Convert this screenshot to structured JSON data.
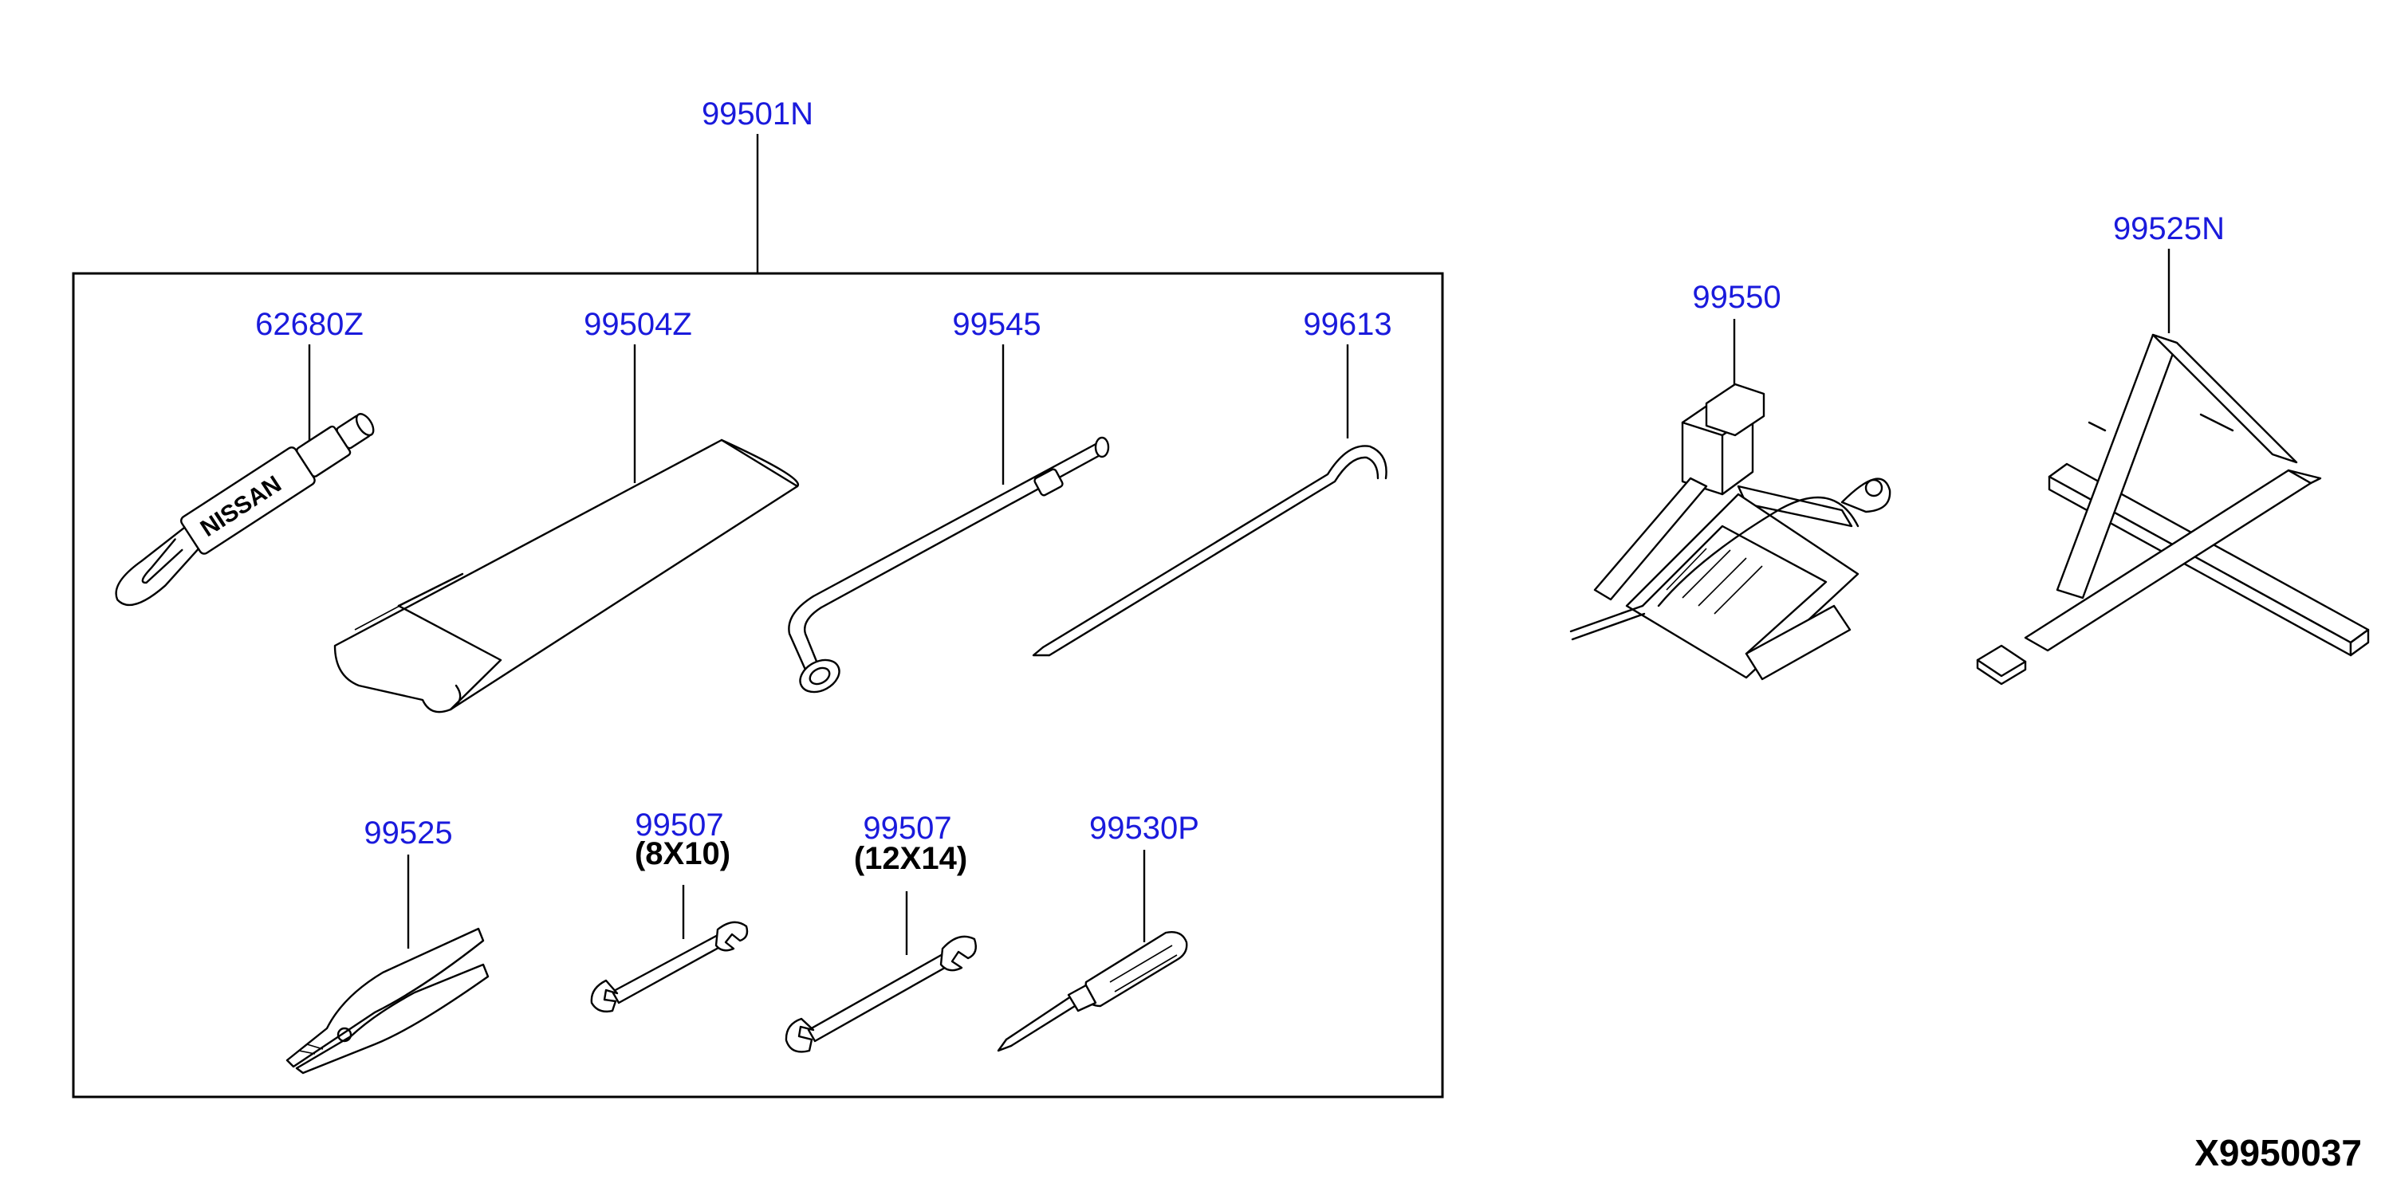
{
  "assembly": {
    "part_no": "99501N"
  },
  "parts": {
    "eye_bolt": {
      "part_no": "62680Z",
      "brand_text": "NISSAN"
    },
    "tool_bag": {
      "part_no": "99504Z"
    },
    "wheel_wrench": {
      "part_no": "99545"
    },
    "jack_handle": {
      "part_no": "99613"
    },
    "jack": {
      "part_no": "99550"
    },
    "jack_stand": {
      "part_no": "99525N"
    },
    "pliers": {
      "part_no": "99525"
    },
    "spanner_small": {
      "part_no": "99507",
      "size": "(8X10)"
    },
    "spanner_large": {
      "part_no": "99507",
      "size": "(12X14)"
    },
    "screwdriver": {
      "part_no": "99530P"
    }
  },
  "drawing_id": "X9950037"
}
